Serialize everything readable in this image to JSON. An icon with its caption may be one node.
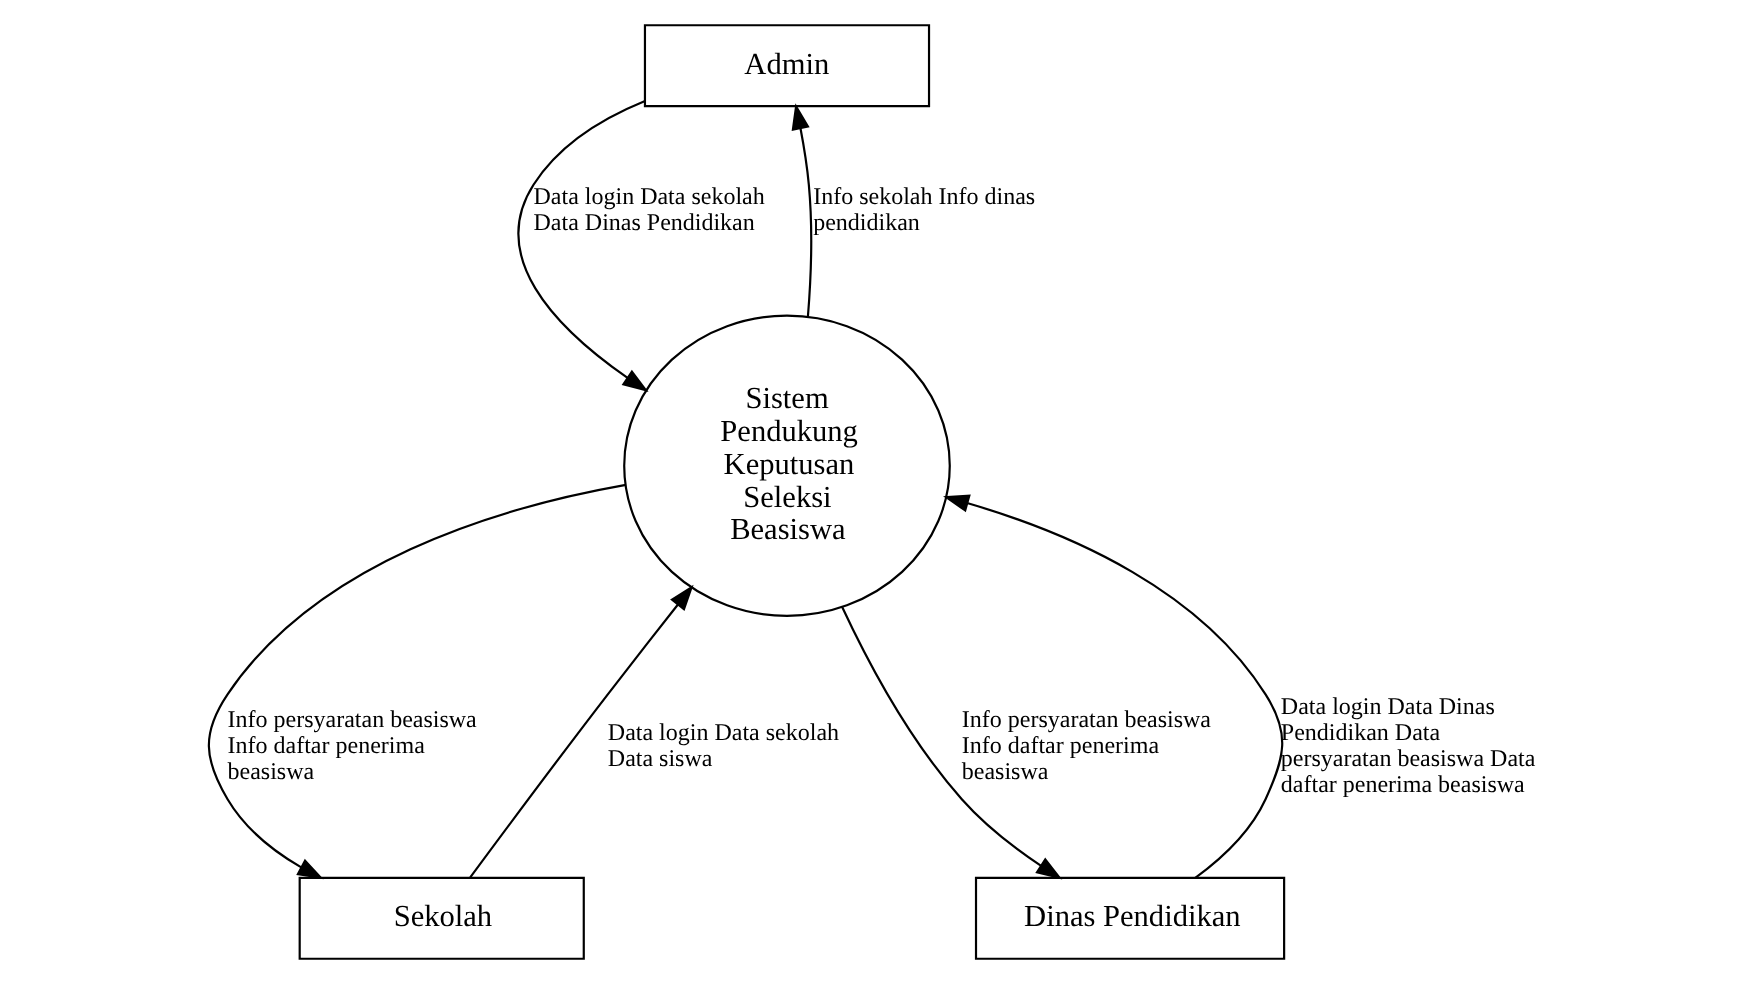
{
  "diagram": {
    "nodes": [
      {
        "text": [
          "Admin"
        ]
      },
      {
        "text": [
          "Sistem Pendukung Keputusan Seleksi Beasiswa"
        ]
      },
      {
        "text": [
          "Sekolah"
        ]
      },
      {
        "text": [
          "Dinas Pendidikan"
        ]
      }
    ],
    "edges": [
      {
        "from": 0,
        "to": 1,
        "arrow": "to",
        "label": "Data login Data sekolah Data Dinas Pendidikan"
      },
      {
        "from": 1,
        "to": 0,
        "arrow": "to",
        "label": "Info sekolah Info dinas pendidikan"
      },
      {
        "from": 2,
        "to": 1,
        "arrow": "to",
        "label": "Data login Data sekolah Data siswa"
      },
      {
        "from": 1,
        "to": 2,
        "arrow": "to",
        "label": "Info persyaratan beasiswa Info daftar penerima beasiswa"
      },
      {
        "from": 3,
        "to": 1,
        "arrow": "to",
        "label": "Data login Data Dinas Pendidikan Data persyaratan beasiswa Data daftar penerima beasiswa"
      },
      {
        "from": 1,
        "to": 3,
        "arrow": "to",
        "label": "Info persyaratan beasiswa Info daftar penerima beasiswa"
      }
    ]
  }
}
